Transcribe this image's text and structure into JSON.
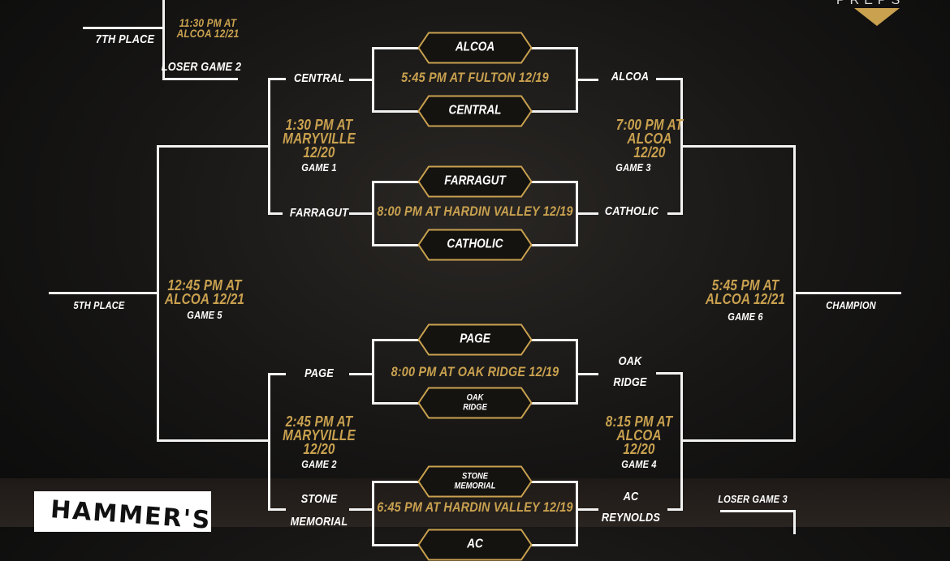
{
  "brand": {
    "preps": "PREPS",
    "sponsor": "HAMMER'S",
    "gold": "#c9a14f"
  },
  "consolation": {
    "seventh": "7TH PLACE",
    "time7": "11:30 PM AT\nALCOA 12/21",
    "loser2": "LOSER GAME 2",
    "fifth": "5TH PLACE",
    "loser3": "LOSER GAME 3"
  },
  "matchups": [
    {
      "top": "ALCOA",
      "bottom": "CENTRAL",
      "time": "5:45 PM AT FULTON 12/19"
    },
    {
      "top": "FARRAGUT",
      "bottom": "CATHOLIC",
      "time": "8:00 PM AT HARDIN VALLEY 12/19"
    },
    {
      "top": "PAGE",
      "bottom": "OAK\nRIDGE",
      "time": "8:00 PM AT OAK RIDGE 12/19"
    },
    {
      "top": "STONE\nMEMORIAL",
      "bottom": "AC",
      "time": "6:45 PM AT HARDIN VALLEY 12/19"
    }
  ],
  "games": {
    "g1": {
      "top": "CENTRAL",
      "bottom": "FARRAGUT",
      "time": "1:30 PM AT\nMARYVILLE\n12/20",
      "label": "GAME 1"
    },
    "g2": {
      "top": "PAGE",
      "bottom": "STONE\nMEMORIAL",
      "time": "2:45 PM AT\nMARYVILLE\n12/20",
      "label": "GAME 2"
    },
    "g3": {
      "top": "ALCOA",
      "bottom": "CATHOLIC",
      "time": "7:00 PM AT\nALCOA\n12/20",
      "label": "GAME 3"
    },
    "g4": {
      "top": "OAK\nRIDGE",
      "bottom": "AC\nREYNOLDS",
      "time": "8:15 PM AT\nALCOA\n12/20",
      "label": "GAME 4"
    },
    "g5": {
      "time": "12:45 PM AT\nALCOA 12/21",
      "label": "GAME 5"
    },
    "g6": {
      "time": "5:45 PM AT\nALCOA 12/21",
      "label": "GAME 6",
      "champion": "CHAMPION"
    }
  }
}
